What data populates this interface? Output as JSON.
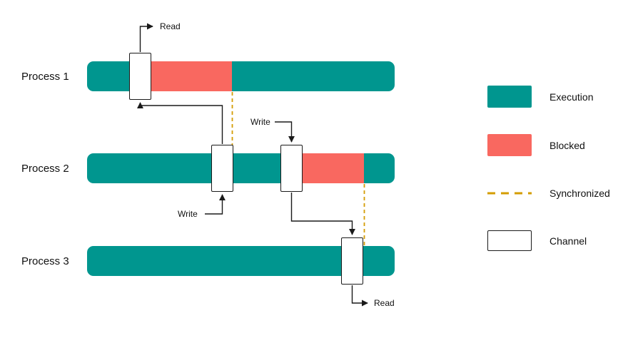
{
  "processes": [
    {
      "label": "Process 1"
    },
    {
      "label": "Process 2"
    },
    {
      "label": "Process 3"
    }
  ],
  "annotations": {
    "read_top": "Read",
    "write_channel_a": "Write",
    "write_channel_b": "Write",
    "read_bottom": "Read"
  },
  "legend": {
    "items": [
      {
        "key": "execution",
        "label": "Execution"
      },
      {
        "key": "blocked",
        "label": "Blocked"
      },
      {
        "key": "synchronized",
        "label": "Synchronized"
      },
      {
        "key": "channel",
        "label": "Channel"
      }
    ]
  },
  "colors": {
    "execution": "#00968F",
    "blocked": "#F96860",
    "synchronized": "#D49C00",
    "channel_fill": "#FFFFFF",
    "channel_border": "#1A1A1A"
  }
}
